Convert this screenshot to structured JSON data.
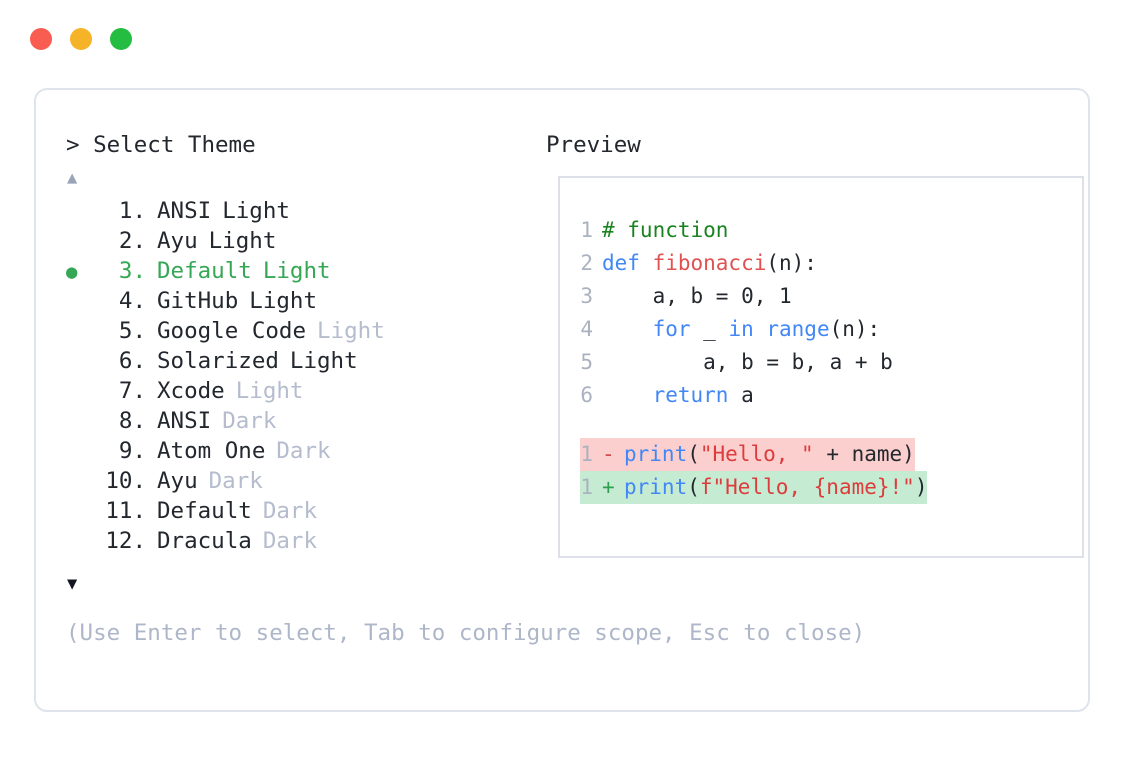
{
  "window": {
    "traffic_lights": [
      {
        "name": "close",
        "color": "#f95d52"
      },
      {
        "name": "minimize",
        "color": "#f5b328"
      },
      {
        "name": "maximize",
        "color": "#25bd41"
      }
    ]
  },
  "selector": {
    "prompt": "> Select Theme",
    "scroll_up_icon": "▲",
    "scroll_down_icon": "▼",
    "selected_index": 3,
    "bullet_icon": "●",
    "items": [
      {
        "number": "1.",
        "name": "ANSI",
        "suffix": "Light",
        "suffix_style": "dark",
        "selected": false
      },
      {
        "number": "2.",
        "name": "Ayu",
        "suffix": "Light",
        "suffix_style": "dark",
        "selected": false
      },
      {
        "number": "3.",
        "name": "Default",
        "suffix": "Light",
        "suffix_style": "dark",
        "selected": true
      },
      {
        "number": "4.",
        "name": "GitHub",
        "suffix": "Light",
        "suffix_style": "dark",
        "selected": false
      },
      {
        "number": "5.",
        "name": "Google Code",
        "suffix": "Light",
        "suffix_style": "muted",
        "selected": false
      },
      {
        "number": "6.",
        "name": "Solarized",
        "suffix": "Light",
        "suffix_style": "dark",
        "selected": false
      },
      {
        "number": "7.",
        "name": "Xcode",
        "suffix": "Light",
        "suffix_style": "muted",
        "selected": false
      },
      {
        "number": "8.",
        "name": "ANSI",
        "suffix": "Dark",
        "suffix_style": "muted",
        "selected": false
      },
      {
        "number": "9.",
        "name": "Atom One",
        "suffix": "Dark",
        "suffix_style": "muted",
        "selected": false
      },
      {
        "number": "10.",
        "name": "Ayu",
        "suffix": "Dark",
        "suffix_style": "muted",
        "selected": false
      },
      {
        "number": "11.",
        "name": "Default",
        "suffix": "Dark",
        "suffix_style": "muted",
        "selected": false
      },
      {
        "number": "12.",
        "name": "Dracula",
        "suffix": "Dark",
        "suffix_style": "muted",
        "selected": false
      }
    ]
  },
  "preview": {
    "label": "Preview",
    "code_lines": [
      {
        "ln": "1",
        "tokens": [
          {
            "t": "# function",
            "c": "comment"
          }
        ]
      },
      {
        "ln": "2",
        "tokens": [
          {
            "t": "def ",
            "c": "kw"
          },
          {
            "t": "fibonacci",
            "c": "fn"
          },
          {
            "t": "(n):",
            "c": "plain"
          }
        ]
      },
      {
        "ln": "3",
        "tokens": [
          {
            "t": "    a, b = 0, 1",
            "c": "plain"
          }
        ]
      },
      {
        "ln": "4",
        "tokens": [
          {
            "t": "    ",
            "c": "plain"
          },
          {
            "t": "for",
            "c": "kw"
          },
          {
            "t": " _ ",
            "c": "plain"
          },
          {
            "t": "in range",
            "c": "kw"
          },
          {
            "t": "(n):",
            "c": "plain"
          }
        ]
      },
      {
        "ln": "5",
        "tokens": [
          {
            "t": "        a, b = b, a + b",
            "c": "plain"
          }
        ]
      },
      {
        "ln": "6",
        "tokens": [
          {
            "t": "    ",
            "c": "plain"
          },
          {
            "t": "return",
            "c": "kw"
          },
          {
            "t": " a",
            "c": "plain"
          }
        ]
      }
    ],
    "diff_lines": [
      {
        "ln": "1",
        "sign": "-",
        "kind": "del",
        "tokens": [
          {
            "t": "print",
            "c": "kw"
          },
          {
            "t": "(",
            "c": "plain"
          },
          {
            "t": "\"Hello, \"",
            "c": "str"
          },
          {
            "t": " + name)",
            "c": "plain"
          }
        ]
      },
      {
        "ln": "1",
        "sign": "+",
        "kind": "add",
        "tokens": [
          {
            "t": "print",
            "c": "kw"
          },
          {
            "t": "(",
            "c": "plain"
          },
          {
            "t": "f\"Hello, {name}!\"",
            "c": "str"
          },
          {
            "t": ")",
            "c": "plain"
          }
        ]
      }
    ]
  },
  "footer": {
    "hint": "(Use Enter to select, Tab to configure scope, Esc to close)"
  },
  "colors": {
    "accent_green": "#35a755",
    "muted": "#b4bccd",
    "text": "#23272e",
    "border": "#dfe3eb",
    "diff_del_bg": "#fccfcf",
    "diff_add_bg": "#c6ebd3"
  }
}
